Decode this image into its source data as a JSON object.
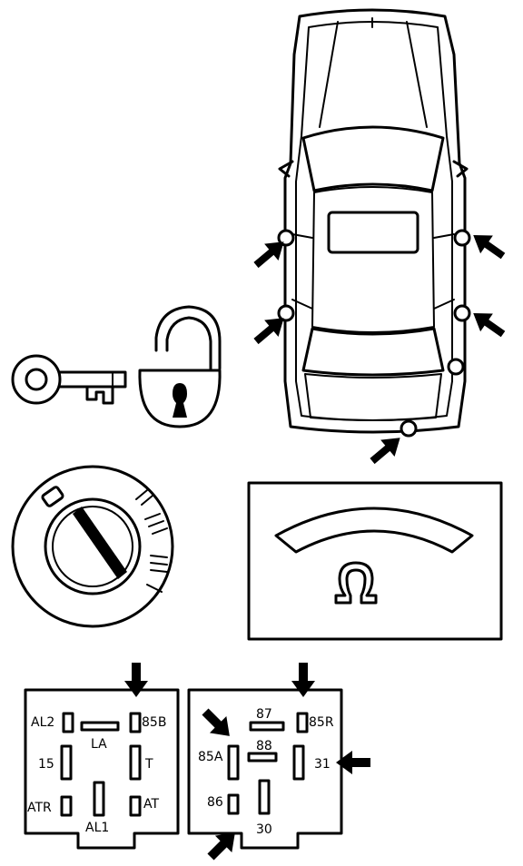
{
  "connector_left": {
    "pins": [
      "AL2",
      "85B",
      "LA",
      "15",
      "T",
      "ATR",
      "AT",
      "AL1"
    ]
  },
  "connector_right": {
    "pins": [
      "87",
      "85R",
      "88",
      "85A",
      "31",
      "86",
      "30"
    ]
  },
  "icons": [
    "car-top-view",
    "key-icon",
    "padlock-open-icon",
    "ignition-switch-icon",
    "ohmmeter-icon",
    "arrow-icon"
  ]
}
